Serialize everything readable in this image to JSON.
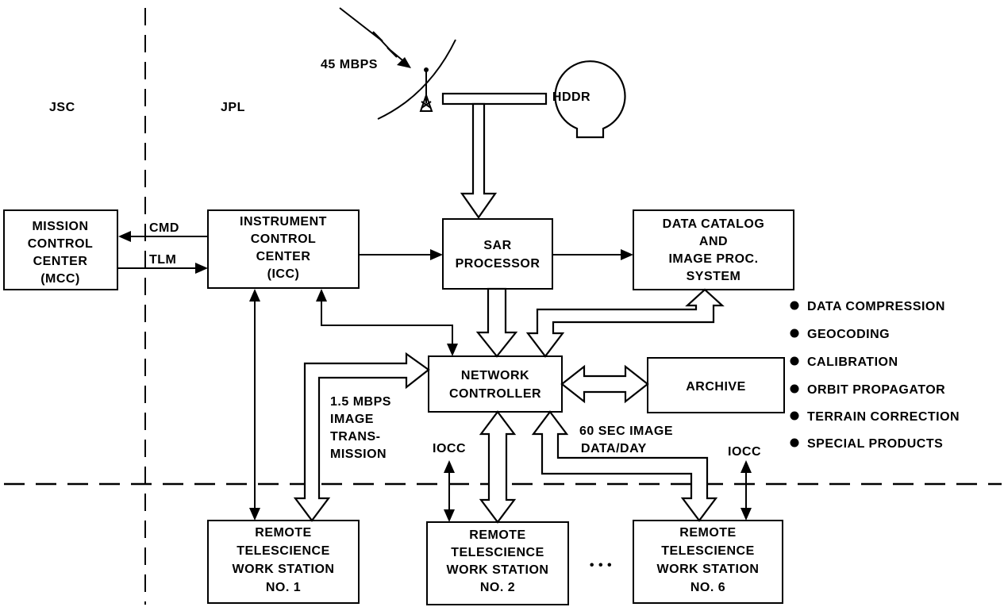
{
  "regions": {
    "left": "JSC",
    "right": "JPL"
  },
  "downlink": {
    "rate": "45 MBPS"
  },
  "recorder": {
    "label": "HDDR"
  },
  "boxes": {
    "mcc": [
      "MISSION",
      "CONTROL",
      "CENTER",
      "(MCC)"
    ],
    "icc": [
      "INSTRUMENT",
      "CONTROL",
      "CENTER",
      "(ICC)"
    ],
    "sar": [
      "SAR",
      "PROCESSOR"
    ],
    "catalog": [
      "DATA CATALOG",
      "AND",
      "IMAGE PROC.",
      "SYSTEM"
    ],
    "network": [
      "NETWORK",
      "CONTROLLER"
    ],
    "archive": [
      "ARCHIVE"
    ],
    "rtws1": [
      "REMOTE",
      "TELESCIENCE",
      "WORK STATION",
      "NO. 1"
    ],
    "rtws2": [
      "REMOTE",
      "TELESCIENCE",
      "WORK STATION",
      "NO. 2"
    ],
    "rtws6": [
      "REMOTE",
      "TELESCIENCE",
      "WORK STATION",
      "NO. 6"
    ]
  },
  "links": {
    "cmd": "CMD",
    "tlm": "TLM",
    "transmission": [
      "1.5 MBPS",
      "IMAGE",
      "TRANS-",
      "MISSION"
    ],
    "daily": [
      "60 SEC IMAGE",
      "DATA/DAY"
    ],
    "iocc_left": "IOCC",
    "iocc_right": "IOCC",
    "ellipsis": "• • •"
  },
  "capabilities": [
    "DATA COMPRESSION",
    "GEOCODING",
    "CALIBRATION",
    "ORBIT PROPAGATOR",
    "TERRAIN CORRECTION",
    "SPECIAL PRODUCTS"
  ]
}
